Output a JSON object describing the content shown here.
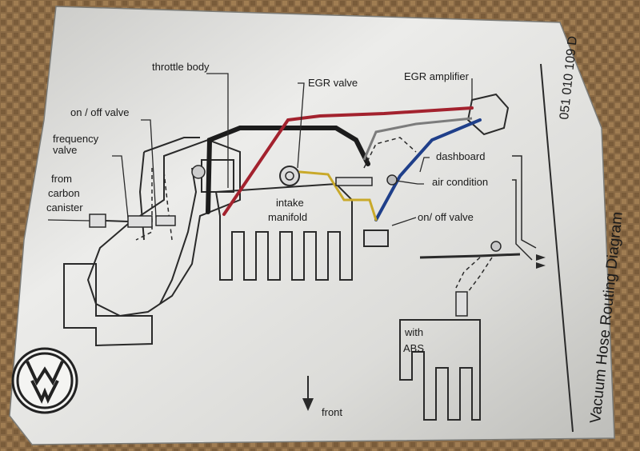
{
  "labels": {
    "throttle_body": "throttle body",
    "egr_valve": "EGR valve",
    "egr_amplifier": "EGR amplifier",
    "on_off_valve_left": "on / off valve",
    "frequency": "frequency",
    "valve": "valve",
    "from": "from",
    "carbon": "carbon",
    "canister": "canister",
    "intake": "intake",
    "manifold": "manifold",
    "dashboard": "dashboard",
    "air_condition": "air condition",
    "on_off_valve_right": "on/ off valve",
    "with": "with",
    "abs": "ABS",
    "front": "front"
  },
  "title": "Vacuum Hose Routing Diagram",
  "part_number": "051 010 109 D",
  "logo": "VW",
  "colors": {
    "hose_black": "#1c1c1c",
    "hose_red": "#a3222e",
    "hose_blue": "#1f3f8a",
    "hose_yellow": "#c9a92a",
    "line": "#2a2a2a",
    "label_bg": "#e9e8e4",
    "carpet": "#8a6a45"
  }
}
